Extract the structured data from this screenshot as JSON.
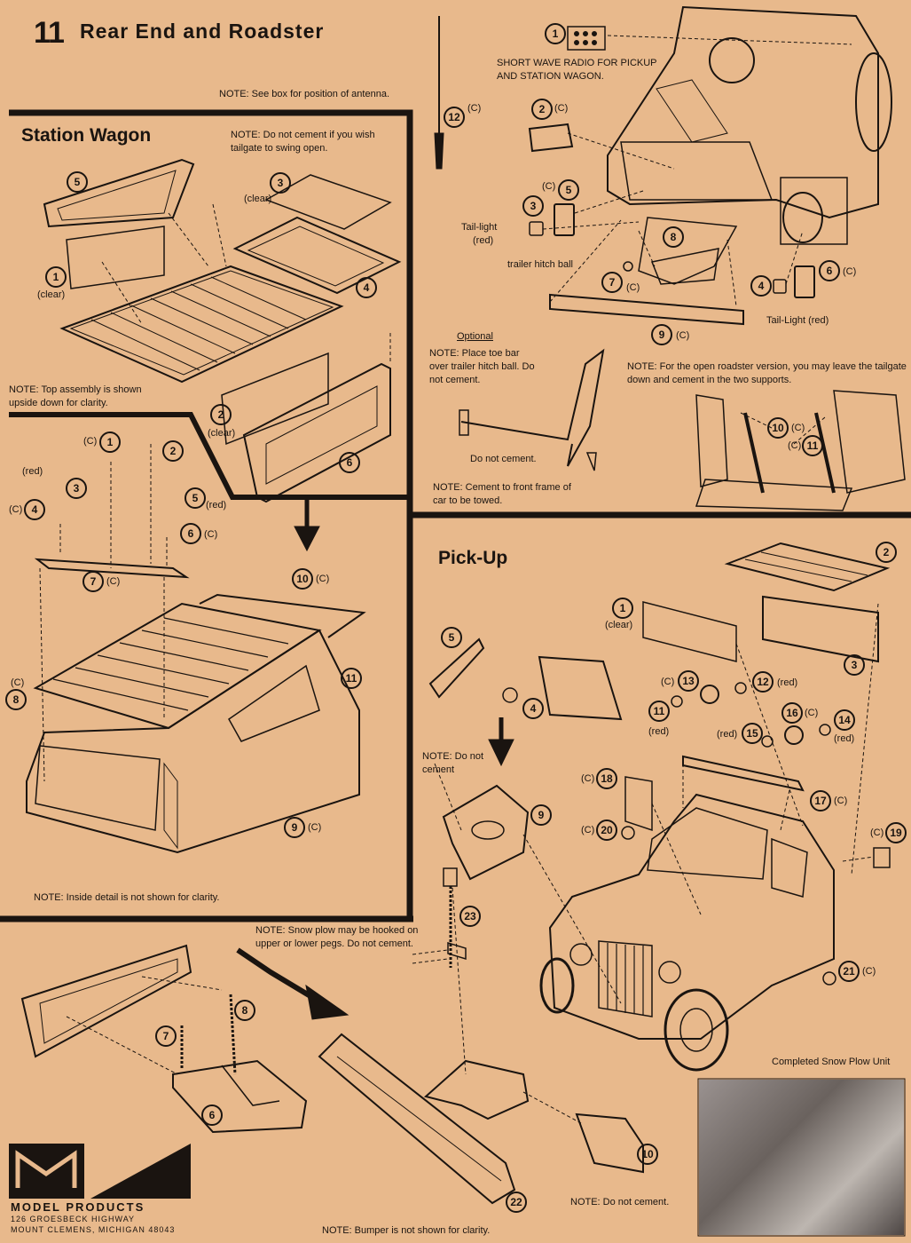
{
  "header": {
    "number": "11",
    "title": "Rear End and Roadster"
  },
  "antenna_note": "NOTE: See box for position of antenna.",
  "station_wagon": {
    "title": "Station Wagon",
    "note_tailgate": "NOTE: Do not cement if you wish tailgate to swing open.",
    "note_top": "NOTE: Top assembly is shown upside down for clarity.",
    "note_inside": "NOTE: Inside detail is not shown for clarity.",
    "labels": {
      "clear": "(clear)",
      "red": "(red)",
      "c": "(C)"
    }
  },
  "roadster": {
    "radio_label": "SHORT WAVE RADIO FOR PICKUP AND STATION WAGON.",
    "tail_light": "Tail-light",
    "tail_light_red": "Tail-Light (red)",
    "hitch_ball": "trailer hitch ball",
    "optional": "Optional",
    "note_toe": "NOTE: Place toe bar over trailer hitch ball. Do not cement.",
    "do_not_cement": "Do not cement.",
    "note_frame": "NOTE: Cement to front frame of car to be towed.",
    "note_open": "NOTE: For the open roadster version, you may leave the tailgate down and cement in the two supports."
  },
  "pickup": {
    "title": "Pick-Up",
    "note_no_cement": "NOTE: Do not cement",
    "note_plow": "NOTE: Snow plow may be hooked on upper or lower pegs. Do not cement.",
    "note_no_cement2": "NOTE: Do not cement.",
    "completed": "Completed Snow Plow Unit"
  },
  "bumper_note": "NOTE: Bumper is not shown for clarity.",
  "company": {
    "name": "MODEL PRODUCTS",
    "addr1": "126 GROESBECK HIGHWAY",
    "addr2": "MOUNT CLEMENS, MICHIGAN 48043"
  }
}
